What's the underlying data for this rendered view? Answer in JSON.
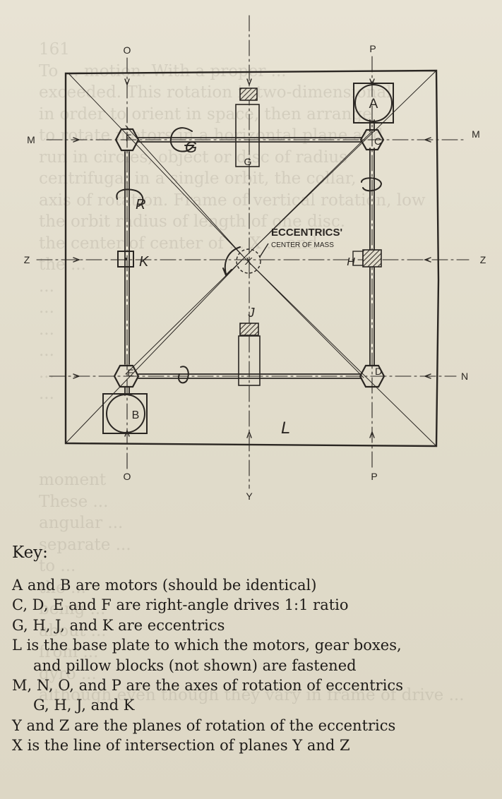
{
  "background_text": "161\nTo ... motion. With a proper ...\nexceeded. This rotation is two-dimensional\nin order to orient in space, then arrange\nto rotate motors in a horizontal plane and\nrun in circles, object or disc of radius\ncentrifugal in a single orbit, the collar,\naxis of rotation. Frame of vertical rotation, low\nthe orbit radius of length of one disc.\nthe center of center of ... X ... and\nthe ...\n...\n...\n...\n...\n...\n...\n\n\n\nmoment\nThese ... \nangular ... \nseparate ...\nto ...\nthe ...\nbeing ...\nabout ...\nfrom ...\ngyro ...\nalthough even though they vary in frame of drive ...",
  "diagram": {
    "axis_labels": {
      "O_top": "O",
      "O_bottom": "O",
      "P_top": "P",
      "P_bottom": "P",
      "M_left": "M",
      "M_right": "M",
      "Z_left": "Z",
      "Z_right": "Z",
      "N_right": "N",
      "Y_bottom": "Y"
    },
    "motors": {
      "A": "A",
      "B": "B"
    },
    "drives": {
      "C": "C",
      "D": "D",
      "E": "E",
      "F": "F"
    },
    "eccentrics": {
      "G": "G",
      "H": "H",
      "J": "J",
      "K": "K"
    },
    "marks": {
      "G": "G",
      "R": "R"
    },
    "base_plate": "L",
    "center_label": "X",
    "callout_1": "ECCENTRICS'",
    "callout_2": "CENTER OF MASS",
    "colors": {
      "ink": "#2a2622",
      "hatch": "#3a342e",
      "paper": "#e4dfcf"
    }
  },
  "key": {
    "title": "Key:",
    "items": [
      {
        "text": "A and B are motors (should be identical)"
      },
      {
        "text": "C, D, E and F are right-angle drives 1:1 ratio"
      },
      {
        "text": "G, H, J, and K are eccentrics"
      },
      {
        "text": "L is the base plate to which the motors, gear boxes,"
      },
      {
        "text": "and pillow blocks (not shown) are fastened",
        "continuation": true
      },
      {
        "text": "M, N, O, and P are the axes of rotation of eccentrics"
      },
      {
        "text": "G, H, J, and K",
        "continuation": true
      },
      {
        "text": "Y and Z are the planes of rotation of the eccentrics"
      },
      {
        "text": "X is the line of intersection of planes Y and Z"
      }
    ]
  }
}
